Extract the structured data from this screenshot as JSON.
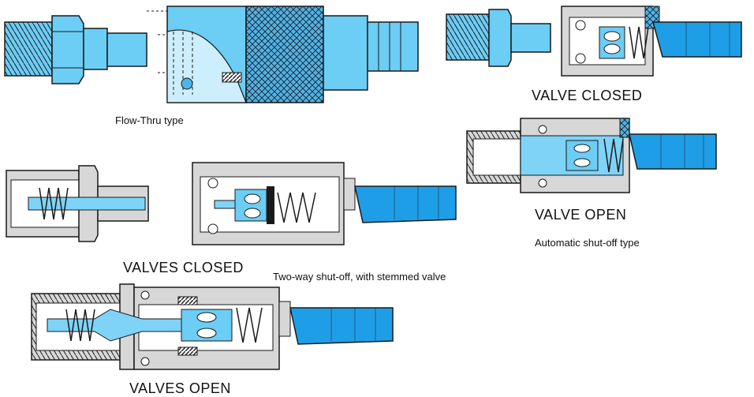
{
  "colors": {
    "brass": "#6ccdf5",
    "brass_dark": "#4fb3e8",
    "hose": "#1f9ee8",
    "flow": "#7fd3f7",
    "steel": "#d7d7d7",
    "steel_dark": "#aaaaaa",
    "outline": "#1a1a1a"
  },
  "captions": {
    "flow_thru": "Flow-Thru type",
    "valve_closed": "VALVE CLOSED",
    "valve_open": "VALVE OPEN",
    "automatic": "Automatic shut-off type",
    "valves_closed": "VALVES CLOSED",
    "two_way": "Two-way shut-off, with stemmed valve",
    "valves_open": "VALVES OPEN"
  }
}
